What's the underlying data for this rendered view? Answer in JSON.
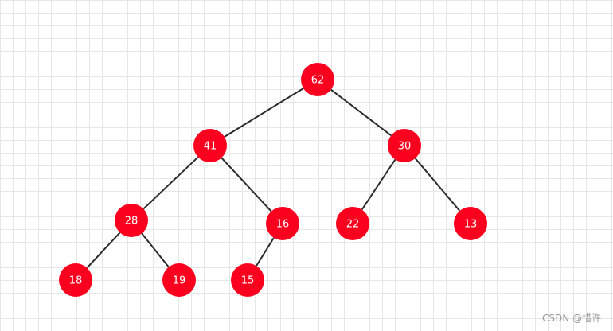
{
  "colors": {
    "node_fill": "#fb001e",
    "edge": "#2b2b2b",
    "grid": "#e6e6e6"
  },
  "tree": {
    "nodes": [
      {
        "id": "n62",
        "label": "62"
      },
      {
        "id": "n41",
        "label": "41"
      },
      {
        "id": "n30",
        "label": "30"
      },
      {
        "id": "n28",
        "label": "28"
      },
      {
        "id": "n16",
        "label": "16"
      },
      {
        "id": "n22",
        "label": "22"
      },
      {
        "id": "n13",
        "label": "13"
      },
      {
        "id": "n18",
        "label": "18"
      },
      {
        "id": "n19",
        "label": "19"
      },
      {
        "id": "n15",
        "label": "15"
      }
    ],
    "edges": [
      [
        "n62",
        "n41"
      ],
      [
        "n62",
        "n30"
      ],
      [
        "n41",
        "n28"
      ],
      [
        "n41",
        "n16"
      ],
      [
        "n30",
        "n22"
      ],
      [
        "n30",
        "n13"
      ],
      [
        "n28",
        "n18"
      ],
      [
        "n28",
        "n19"
      ],
      [
        "n16",
        "n15"
      ]
    ]
  },
  "watermark": "CSDN @惜许"
}
